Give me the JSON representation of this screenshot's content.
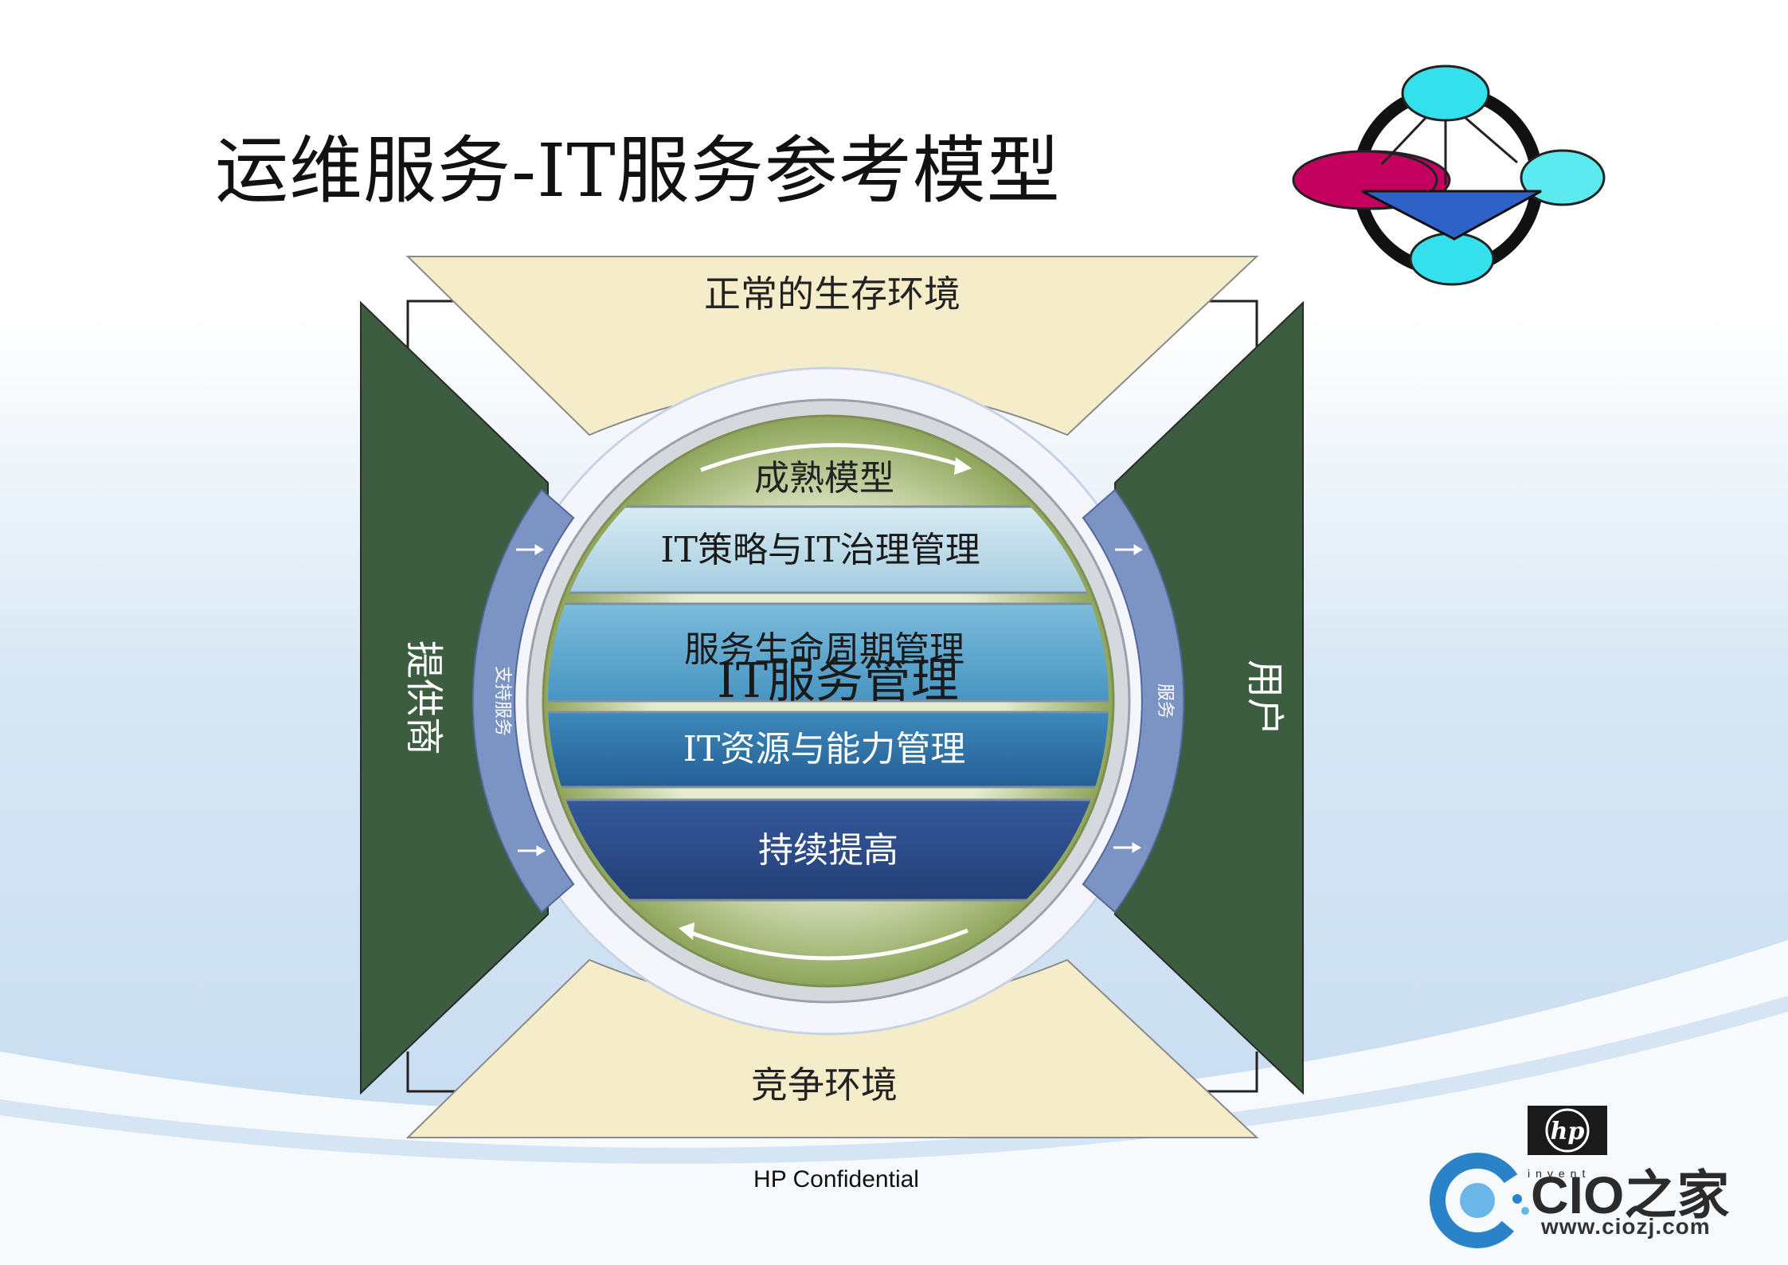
{
  "slide": {
    "title": "运维服务-IT服务参考模型",
    "footer": "HP Confidential"
  },
  "diagram": {
    "top_environment": "正常的生存环境",
    "bottom_environment": "竞争环境",
    "left_party": "提供商",
    "right_party": "用户",
    "left_arc_label": "支持服务",
    "right_arc_label": "服务",
    "top_ring_label": "成熟模型",
    "center_label": "IT服务管理",
    "layers": [
      {
        "label": "IT策略与IT治理管理",
        "color": "#bcdce8"
      },
      {
        "label": "服务生命周期管理",
        "color": "#5fa8cd"
      },
      {
        "label": "IT资源与能力管理",
        "color": "#2f76a9"
      },
      {
        "label": "持续提高",
        "color": "#2c4d88"
      }
    ]
  },
  "colors": {
    "funnel_fill": "#f5ecc9",
    "side_fill": "#3c5d40",
    "arc_fill": "#7b94c4",
    "ring_green": "#a7bd6c",
    "node_magenta": "#c4005f",
    "node_cyan": "#33e0ec",
    "triangle_blue": "#2e62c8"
  },
  "logos": {
    "hp_mark": "hp",
    "hp_tagline": "invent",
    "cio_brand": "CIO之家",
    "cio_url": "www.ciozj.com"
  }
}
